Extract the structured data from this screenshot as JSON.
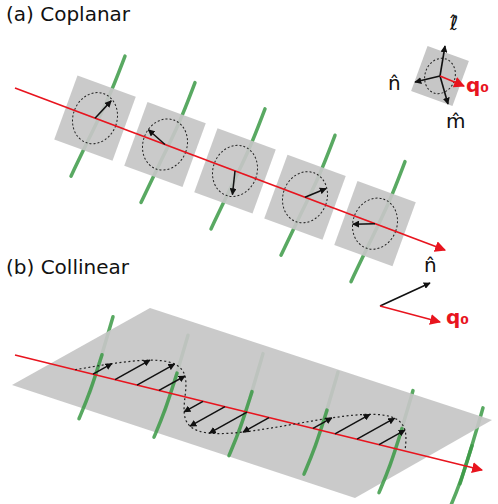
{
  "diagram": {
    "labels": [
      "(a) Coplanar",
      "ℓ̂",
      "n̂",
      "m̂",
      "q₀",
      "(b) Collinear",
      "n̂",
      "q₀"
    ]
  }
}
